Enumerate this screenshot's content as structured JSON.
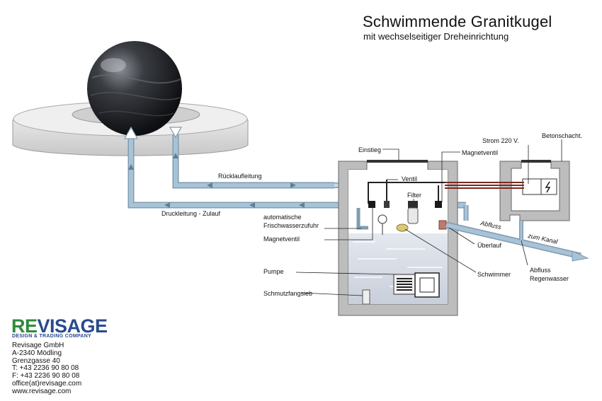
{
  "header": {
    "title": "Schwimmende Granitkugel",
    "subtitle": "mit wechselseitiger Dreheinrichtung"
  },
  "labels": {
    "ruecklauf": "Rücklaufleitung",
    "druckleitung": "Druckleitung - Zulauf",
    "einstieg": "Einstieg",
    "magnetventil_top": "Magnetventil",
    "strom": "Strom 220 V.",
    "betonschacht": "Betonschacht.",
    "ventil": "Ventil",
    "filter": "Filter",
    "frisch_1": "automatische",
    "frisch_2": "Frischwasserzufuhr",
    "magnetventil_left": "Magnetventil",
    "abfluss": "Abfluss",
    "zum_kanal": "zum Kanal",
    "ueberlauf": "Überlauf",
    "pumpe": "Pumpe",
    "schwimmer": "Schwimmer",
    "abfluss_regen_1": "Abfluss",
    "abfluss_regen_2": "Regenwasser",
    "schmutz": "Schmutzfangsieb"
  },
  "company": {
    "logo_re": "RE",
    "logo_visage": "VISAGE",
    "tagline": "DESIGN & TRADING COMPANY",
    "lines": [
      "Revisage GmbH",
      "A-2340 Mödling",
      "Grenzgasse 40",
      "T: +43 2236 90 80 08",
      "F: +43 2236 90 80 08",
      "office(at)revisage.com",
      "www.revisage.com"
    ]
  },
  "colors": {
    "pipe": "#a9c3d6",
    "pipe_outline": "#7f9cb2",
    "concrete": "#bdbdbd",
    "water": "#d6dbe4",
    "cable": "#7a2a20",
    "brand_green": "#2e8b3a",
    "brand_blue": "#2a4a8c"
  }
}
